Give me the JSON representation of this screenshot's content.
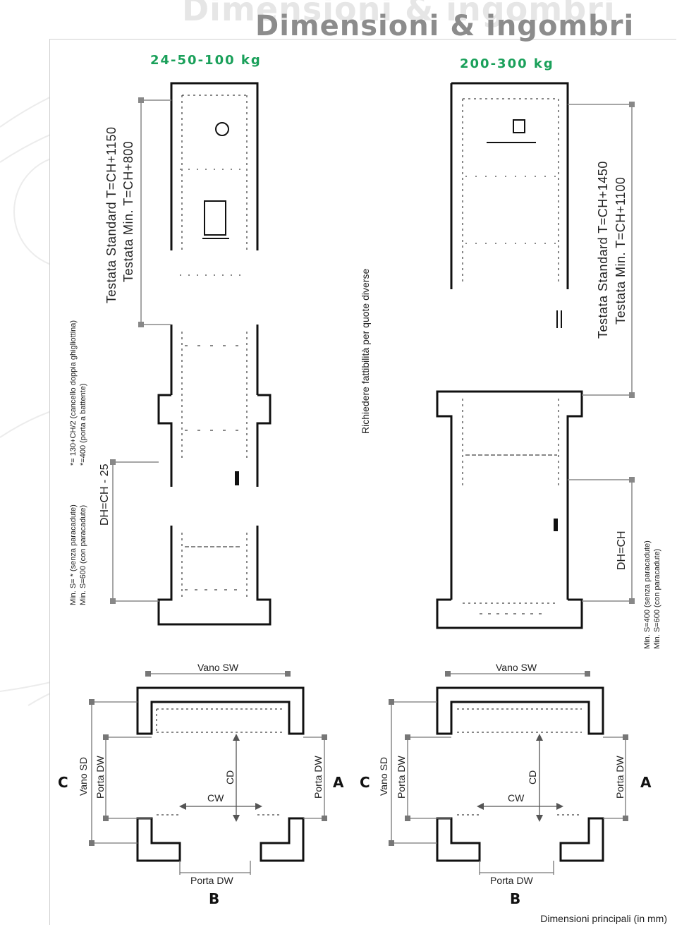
{
  "title": "Dimensioni & ingombri",
  "left_section": {
    "weight": "24-50-100 kg",
    "testata_standard": "Testata Standard T=CH+1150",
    "testata_min": "Testata Min. T=CH+800",
    "dh": "DH=CH - 25",
    "min_s_line1": "Min. S= * (senza paracadute)",
    "min_s_line2": "Min. S=600 (con paracadute)",
    "note_line1": "*= 130+CH/2 (cancello doppia ghigliottina)",
    "note_line2": "*=400 (porta a battente)"
  },
  "middle_note": "Richiedere fattibilità per quote diverse",
  "right_section": {
    "weight": "200-300 kg",
    "testata_standard": "Testata Standard T=CH+1450",
    "testata_min": "Testata Min. T=CH+1100",
    "dh": "DH=CH",
    "min_s_line1": "Min. S=400 (senza paracadute)",
    "min_s_line2": "Min. S=600 (con paracadute)"
  },
  "plan_left": {
    "vano_sw": "Vano SW",
    "vano_sd": "Vano SD",
    "porta_dw_left": "Porta DW",
    "porta_dw_right": "Porta DW",
    "porta_dw_bottom": "Porta DW",
    "cd": "CD",
    "cw": "CW",
    "letter_a": "A",
    "letter_b": "B",
    "letter_c": "C"
  },
  "plan_right": {
    "vano_sw": "Vano SW",
    "vano_sd": "Vano SD",
    "porta_dw_left": "Porta DW",
    "porta_dw_right": "Porta DW",
    "porta_dw_bottom": "Porta DW",
    "cd": "CD",
    "cw": "CW",
    "letter_a": "A",
    "letter_b": "B",
    "letter_c": "C"
  },
  "footer": "Dimensioni principali (in mm)"
}
